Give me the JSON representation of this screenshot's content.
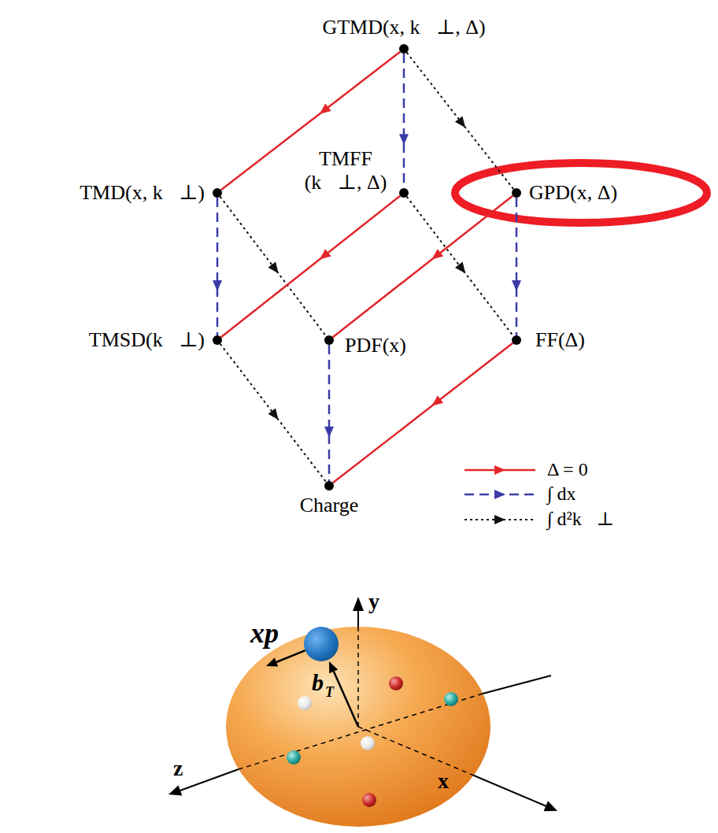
{
  "diagram": {
    "nodes": [
      {
        "text": [
          "GTMD(x, k⃗⊥, Δ)"
        ]
      },
      {
        "text": [
          "TMD(x, k⃗⊥)"
        ]
      },
      {
        "text": [
          "TMFF (k⃗⊥, Δ)"
        ]
      },
      {
        "text": [
          "GPD(x, Δ)"
        ]
      },
      {
        "text": [
          "TMSD(k⃗⊥)"
        ]
      },
      {
        "text": [
          "PDF(x)"
        ]
      },
      {
        "text": [
          "FF(Δ)"
        ]
      },
      {
        "text": [
          "Charge"
        ]
      }
    ],
    "edges": [
      {
        "from": 0,
        "to": 1,
        "arrow": "to"
      },
      {
        "from": 0,
        "to": 2,
        "arrow": "to"
      },
      {
        "from": 0,
        "to": 3,
        "arrow": "to"
      },
      {
        "from": 1,
        "to": 4,
        "arrow": "to"
      },
      {
        "from": 1,
        "to": 5,
        "arrow": "to"
      },
      {
        "from": 2,
        "to": 4,
        "arrow": "to"
      },
      {
        "from": 2,
        "to": 6,
        "arrow": "to"
      },
      {
        "from": 3,
        "to": 5,
        "arrow": "to"
      },
      {
        "from": 3,
        "to": 6,
        "arrow": "to"
      },
      {
        "from": 4,
        "to": 7,
        "arrow": "to"
      },
      {
        "from": 5,
        "to": 7,
        "arrow": "to"
      },
      {
        "from": 6,
        "to": 7,
        "arrow": "to"
      }
    ],
    "labels": [
      "xp",
      "b",
      "T",
      "y",
      "z",
      "x"
    ],
    "legend": [
      {
        "text": "Δ = 0"
      },
      {
        "text": "∫ dx"
      },
      {
        "text": "∫ d²k⃗⊥"
      }
    ]
  }
}
